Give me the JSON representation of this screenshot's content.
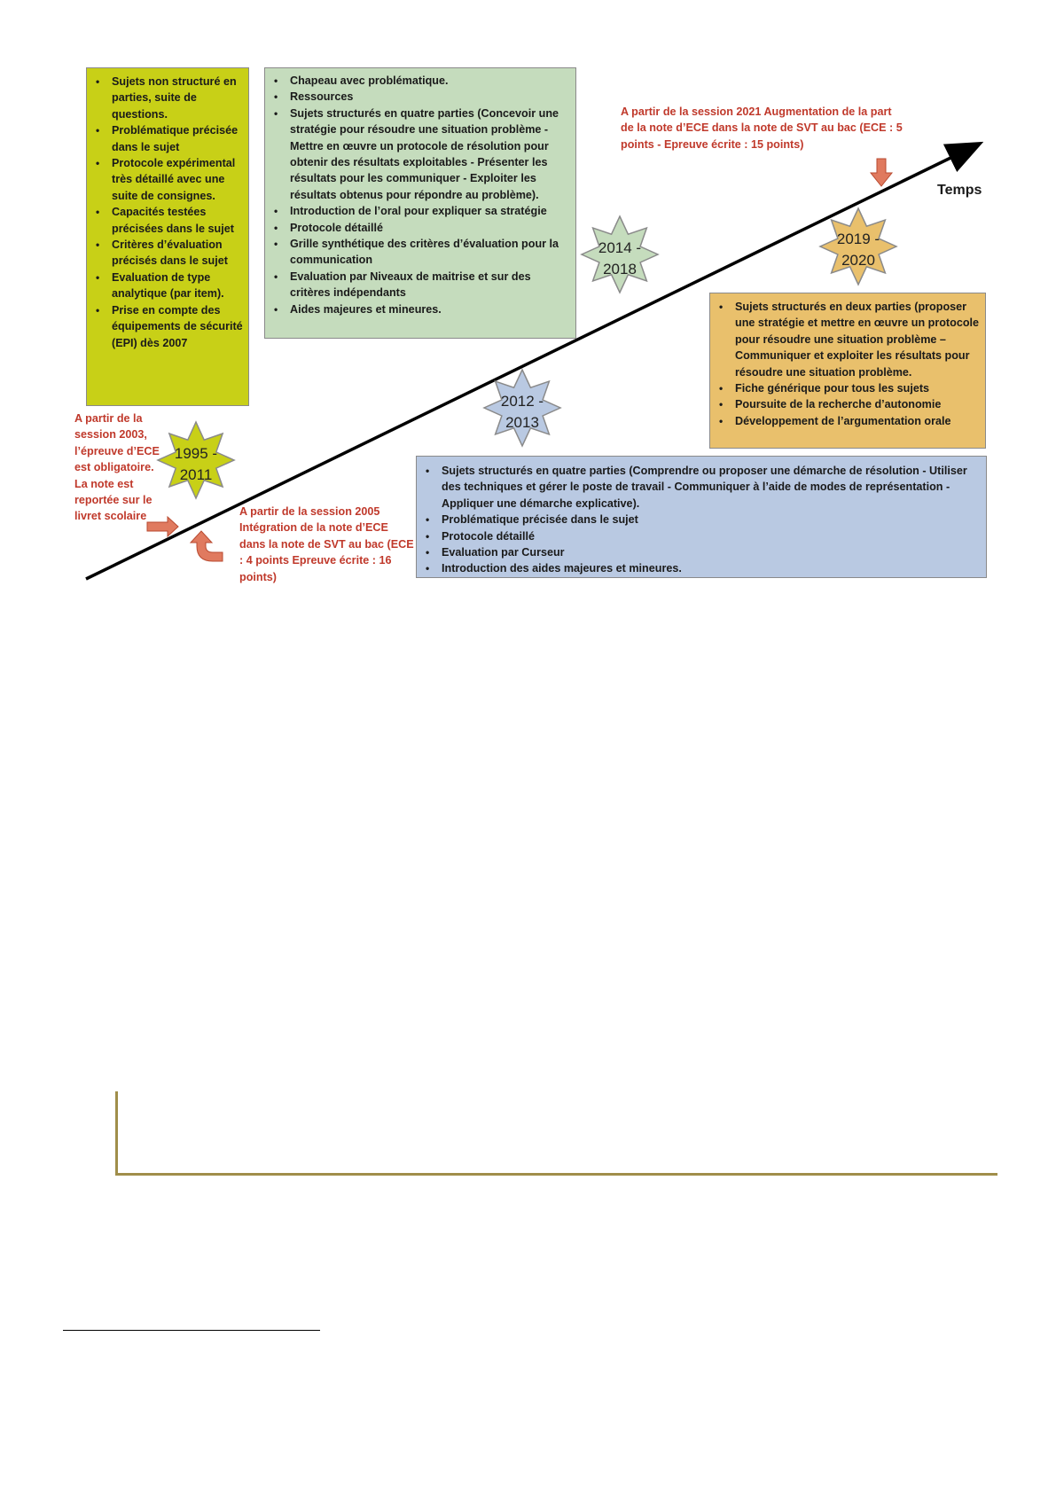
{
  "periods": {
    "p1995": {
      "label": "1995 - 2011",
      "color": "#c8d017",
      "items": [
        "Sujets non structuré en parties, suite de questions.",
        "Problématique précisée dans le sujet",
        "Protocole expérimental très détaillé avec une suite de consignes.",
        "Capacités testées précisées dans le sujet",
        "Critères d’évaluation précisés dans le sujet",
        "Evaluation de type analytique (par item).",
        "Prise en compte des équipements de sécurité (EPI) dès 2007"
      ]
    },
    "p2012": {
      "label": "2012 - 2013",
      "color": "#b9c9e2",
      "items": [
        "Sujets structurés en quatre parties (Comprendre ou proposer une démarche de résolution - Utiliser des techniques et gérer le poste de travail - Communiquer à l’aide de modes de représentation - Appliquer une démarche explicative).",
        "Problématique précisée dans le sujet",
        "Protocole détaillé",
        "Evaluation par Curseur",
        "Introduction des aides majeures et mineures."
      ]
    },
    "p2014": {
      "label": "2014 - 2018",
      "color": "#c5dcbd",
      "items": [
        "Chapeau avec problématique.",
        "Ressources",
        "Sujets structurés en quatre parties (Concevoir une stratégie pour résoudre une situation problème - Mettre en œuvre un protocole de résolution pour obtenir des résultats exploitables - Présenter les résultats pour les communiquer - Exploiter les résultats obtenus pour répondre au problème).",
        "Introduction de l’oral pour expliquer sa stratégie",
        "Protocole détaillé",
        "Grille synthétique des critères d’évaluation pour la communication",
        "Evaluation par Niveaux de maitrise et sur des critères indépendants",
        "Aides majeures et mineures."
      ]
    },
    "p2019": {
      "label": "2019 - 2020",
      "color": "#e9c06c",
      "items": [
        "Sujets structurés en deux parties (proposer une stratégie et mettre en œuvre un protocole pour résoudre une situation problème – Communiquer et exploiter les résultats pour résoudre une situation problème.",
        "Fiche générique pour tous les sujets",
        "Poursuite de la recherche d’autonomie",
        "Développement de l’argumentation orale"
      ]
    }
  },
  "notes": {
    "session2003": "A partir de la session 2003, l’épreuve d’ECE est obligatoire. La note est reportée sur le livret scolaire",
    "session2005": "A partir de la session 2005 Intégration de la note d’ECE dans la note de SVT au bac (ECE : 4 points Epreuve écrite : 16 points)",
    "session2021": "A partir de la session 2021 Augmentation de la part de la note d’ECE dans la note de SVT au bac (ECE : 5 points - Epreuve écrite : 15 points)"
  },
  "axis_label": "Temps",
  "colors": {
    "note_red": "#c0392b",
    "arrow_fill": "#e07a5f",
    "arrow_stroke": "#b94a30",
    "star_1995": "#c8d017",
    "star_2012": "#b9c9e2",
    "star_2014": "#c5dcbd",
    "star_2019": "#e9c06c",
    "frame": "#a08e4a"
  }
}
